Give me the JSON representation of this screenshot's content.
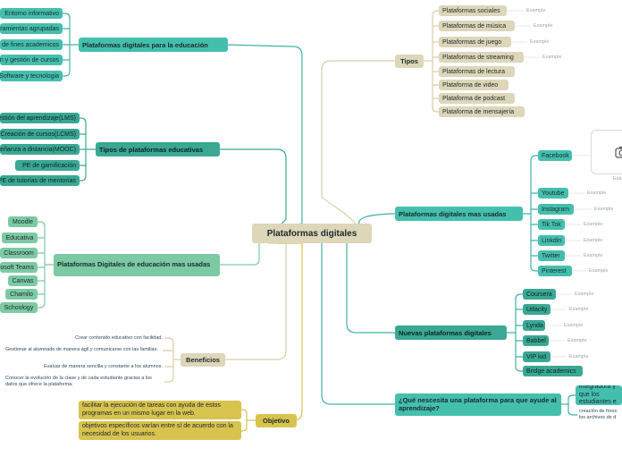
{
  "center": {
    "label": "Plataformas digitales"
  },
  "left": {
    "educacion": {
      "label": "Plataformas digitales para la educación",
      "items": [
        "Entorno informativo",
        "Herramientas agrupadas",
        "Uso de fines academicos",
        "Creación y gestión de cursos",
        "Software y tecnologia"
      ]
    },
    "tipos_educativas": {
      "label": "Tipos de plataformas educativas",
      "items": [
        "Gestión del aprendizaje(LMS)",
        "Creación de cursos(LCMS)",
        "Enseñanza a distancia(MOOC)",
        "PE de gamificación",
        "PE de tutorías de mentorías"
      ]
    },
    "digitales_educacion_mas_usadas": {
      "label": "Plataformas Digitales de educación mas usadas",
      "items": [
        "Moodle",
        "Educativa",
        "Classroom",
        "Microsoft Teams",
        "Canvas",
        "Chamilo",
        "Schoology"
      ]
    },
    "beneficios": {
      "label": "Beneficios",
      "items": [
        "Crear contenido educativo con facilidad.",
        "Gestionar al alumnado de manera ágil y comunicarse con las familias.",
        "Evaluar de manera sencilla y constante a los alumnos.",
        "Conocer la evolución de la clase y de cada estudiante gracias a los datos que ofrece la plataforma."
      ]
    },
    "objetivo": {
      "label": "Objetivo",
      "items": [
        "facilitar la ejecución de tareas con ayuda de estos programas en un mismo lugar en la web.",
        "objetivos específicos varían entre sí de acuerdo con la necesidad de los usuarios."
      ]
    }
  },
  "right": {
    "tipos": {
      "label": "Tipos",
      "items": [
        "Plataformas sociales",
        "Plataformas de música",
        "Plataformas de juego",
        "Plataformas de streaming",
        "Plataformas de lectura",
        "Plataforma de video",
        "Plataforma de podcast",
        "Plataforma de mensajería"
      ],
      "examples": [
        "Example",
        "Example",
        "Example",
        "Example"
      ]
    },
    "mas_usadas": {
      "label": "Plataformas digitales mas usadas",
      "items": [
        "Facebook",
        "Youtube",
        "Instagram",
        "Tik Tok",
        "Linkdin",
        "Twitter",
        "Pinterest"
      ],
      "examples": [
        "Example",
        "Example",
        "Example",
        "Example",
        "Example",
        "Example"
      ],
      "card_example": "Exa"
    },
    "nuevas": {
      "label": "Nuevas plataformas digitales",
      "items": [
        "Coursera",
        "Udacity",
        "Lynda",
        "Babbel",
        "VIP kid",
        "Bridge academics"
      ],
      "examples": [
        "Example",
        "Example",
        "Example",
        "Example",
        "Example"
      ]
    },
    "necesita": {
      "label": "¿Qué nescesita una plataforma para que ayude al aprendizaje?",
      "items": [
        "integradora y que los estudiantes e",
        "creación de foros los archivos de d"
      ]
    }
  },
  "colors": {
    "teal": "#44bfae",
    "teal_dark": "#3aa894",
    "mint": "#7ccaa4",
    "beige": "#ddd6b9",
    "yellow": "#d9c34f",
    "line_teal": "#3fb3a3",
    "line_beige": "#d8cfa6",
    "line_yellow": "#d9c34f"
  },
  "icons": [
    "camera-icon"
  ]
}
